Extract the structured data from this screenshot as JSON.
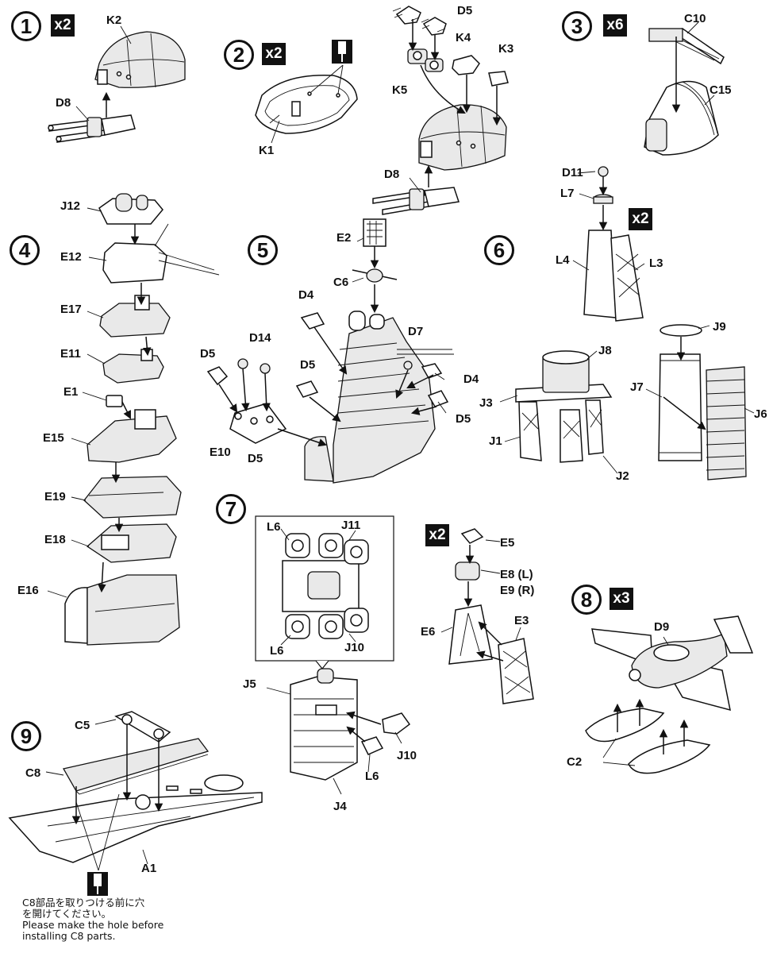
{
  "steps": [
    {
      "number": "1",
      "multiplier": "x2",
      "parts": [
        "K2",
        "D8"
      ]
    },
    {
      "number": "2",
      "multiplier": "x2",
      "parts": [
        "K1"
      ]
    },
    {
      "number": "",
      "multiplier": "",
      "parts": [
        "D5",
        "K4",
        "K3",
        "K5",
        "D8"
      ]
    },
    {
      "number": "3",
      "multiplier": "x6",
      "parts": [
        "C10",
        "C15"
      ]
    },
    {
      "number": "4",
      "multiplier": "",
      "parts": [
        "J12",
        "E12",
        "E17",
        "E11",
        "E1",
        "E15",
        "E19",
        "E18",
        "E16"
      ]
    },
    {
      "number": "5",
      "multiplier": "",
      "parts": [
        "E2",
        "C6",
        "D4",
        "D14",
        "D5",
        "D5",
        "D7",
        "D4",
        "D5",
        "E10",
        "D5"
      ]
    },
    {
      "number": "6",
      "multiplier": "x2",
      "parts": [
        "D11",
        "L7",
        "L4",
        "L3",
        "J9",
        "J8",
        "J3",
        "J1",
        "J2",
        "J7",
        "J6"
      ]
    },
    {
      "number": "7",
      "multiplier": "",
      "parts": [
        "L6",
        "J11",
        "L6",
        "J10",
        "J5",
        "J10",
        "L6",
        "J4"
      ]
    },
    {
      "number": "",
      "multiplier": "x2",
      "parts": [
        "E5",
        "E8 (L)",
        "E9 (R)",
        "E6",
        "E3"
      ]
    },
    {
      "number": "8",
      "multiplier": "x3",
      "parts": [
        "D9",
        "C2"
      ]
    },
    {
      "number": "9",
      "multiplier": "",
      "parts": [
        "C5",
        "C8",
        "A1"
      ]
    }
  ],
  "note": {
    "ja_line1": "C8部品を取りつける前に穴",
    "ja_line2": "を開けてください。",
    "en_line1": "Please make the hole before",
    "en_line2": "installing C8 parts."
  },
  "icons": [
    "drill-icon",
    "drill-icon"
  ]
}
